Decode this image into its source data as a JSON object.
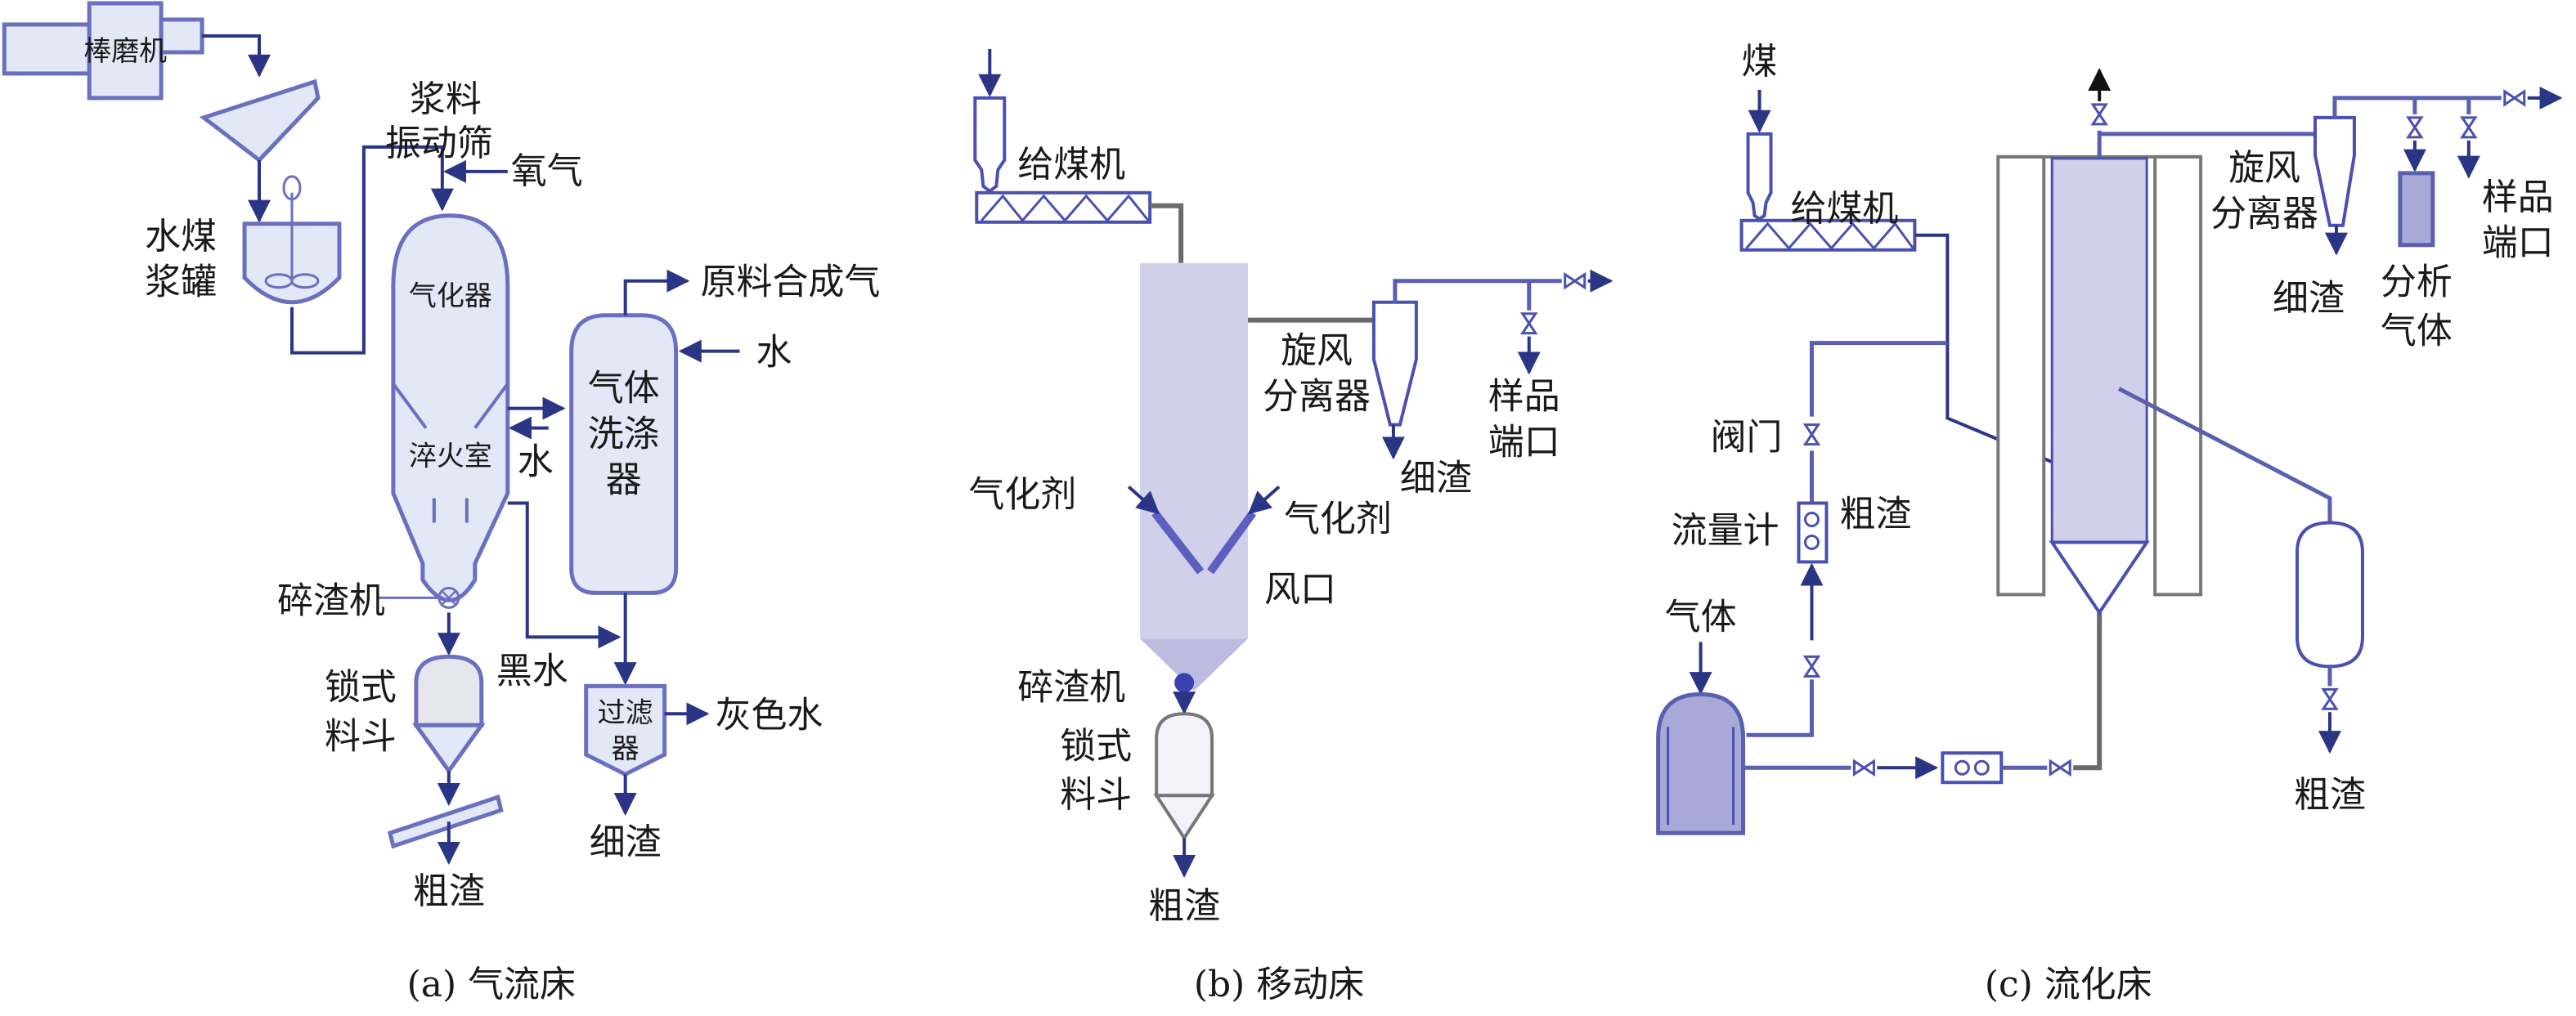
{
  "figure": {
    "panels": [
      {
        "id": "a",
        "caption": "(a) 气流床",
        "labels": {
          "rod_mill": "棒磨机",
          "slurry_screen_1": "浆料",
          "slurry_screen_2": "振动筛",
          "oxygen": "氧气",
          "cws_tank_1": "水煤",
          "cws_tank_2": "浆罐",
          "gasifier": "气化器",
          "quench_chamber": "淬火室",
          "water_quench": "水",
          "raw_syngas": "原料合成气",
          "water_scrubber": "水",
          "scrubber_1": "气体",
          "scrubber_2": "洗涤",
          "scrubber_3": "器",
          "slag_crusher": "碎渣机",
          "black_water": "黑水",
          "lock_hopper_1": "锁式",
          "lock_hopper_2": "料斗",
          "filter_1": "过滤",
          "filter_2": "器",
          "grey_water": "灰色水",
          "fine_slag": "细渣",
          "coarse_slag": "粗渣"
        }
      },
      {
        "id": "b",
        "caption": "(b) 移动床",
        "labels": {
          "coal_feeder": "给煤机",
          "cyclone_1": "旋风",
          "cyclone_2": "分离器",
          "sample_port_1": "样品",
          "sample_port_2": "端口",
          "fine_slag": "细渣",
          "gasifying_agent_left": "气化剂",
          "gasifying_agent_right": "气化剂",
          "tuyere": "风口",
          "slag_crusher": "碎渣机",
          "lock_hopper_1": "锁式",
          "lock_hopper_2": "料斗",
          "coarse_slag": "粗渣"
        }
      },
      {
        "id": "c",
        "caption": "(c) 流化床",
        "labels": {
          "coal": "煤",
          "coal_feeder": "给煤机",
          "cyclone_1": "旋风",
          "cyclone_2": "分离器",
          "fine_slag": "细渣",
          "analysis_gas_1": "分析",
          "analysis_gas_2": "气体",
          "sample_port_1": "样品",
          "sample_port_2": "端口",
          "valve": "阀门",
          "flowmeter": "流量计",
          "coarse_slag_top": "粗渣",
          "gas": "气体",
          "coarse_slag_bottom": "粗渣"
        }
      }
    ]
  }
}
